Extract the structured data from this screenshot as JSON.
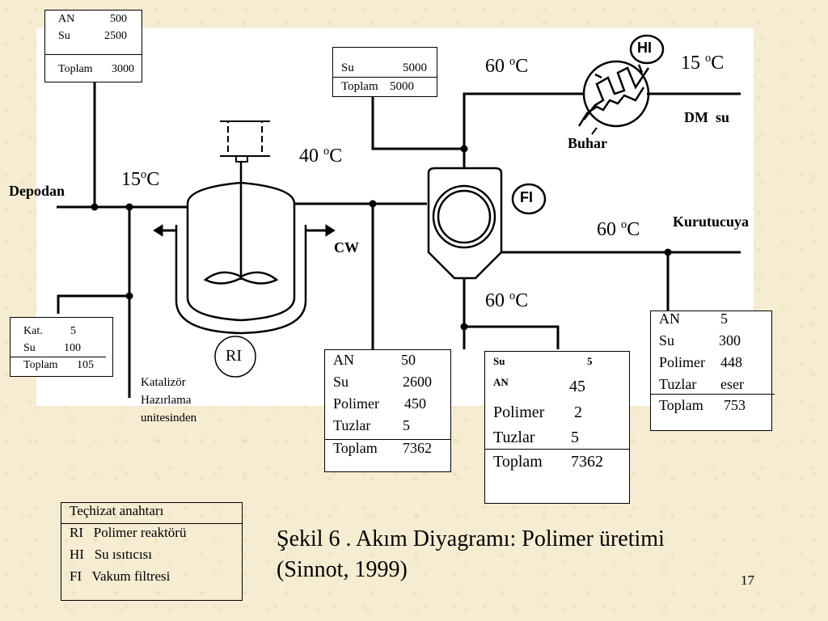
{
  "boxes": {
    "feed": {
      "r1_name": "AN",
      "r1_val": "500",
      "r2_name": "Su",
      "r2_val": "2500",
      "total_name": "Toplam",
      "total_val": "3000"
    },
    "water": {
      "r1_name": "Su",
      "r1_val": "5000",
      "total_name": "Toplam",
      "total_val": "5000"
    },
    "catalyst": {
      "r1_name": "Kat.",
      "r1_val": "5",
      "r2_name": "Su",
      "r2_val": "100",
      "total_name": "Toplam",
      "total_val": "105"
    },
    "reactor_out": {
      "r1_name": "AN",
      "r1_val": "50",
      "r2_name": "Su",
      "r2_val": "2600",
      "r3_name": "Polimer",
      "r3_val": "450",
      "r4_name": "Tuzlar",
      "r4_val": "5",
      "total_name": "Toplam",
      "total_val": "7362"
    },
    "filtrate": {
      "r1_name": "Su",
      "r1_val": "5",
      "r2_name": "AN",
      "r2_val": "45",
      "r3_name": "Polimer",
      "r3_val": "2",
      "r4_name": "Tuzlar",
      "r4_val": "5",
      "total_name": "Toplam",
      "total_val": "7362"
    },
    "dryer": {
      "r1_name": "AN",
      "r1_val": "5",
      "r2_name": "Su",
      "r2_val": "300",
      "r3_name": "Polimer",
      "r3_val": "448",
      "r4_name": "Tuzlar",
      "r4_val": "eser",
      "total_name": "Toplam",
      "total_val": "753"
    }
  },
  "labels": {
    "depodan": "Depodan",
    "temp_inlet": "15",
    "temp_reactor_out": "40",
    "temp_water_in": "60",
    "temp_dm": "15",
    "temp_dryer": "60",
    "temp_filtrate": "60",
    "deg_unit": "o",
    "celsius": "C",
    "dm_su": "DM  su",
    "buhar": "Buhar",
    "kurutucuya": "Kurutucuya",
    "cw": "CW",
    "ri": "RI",
    "hi": "HI",
    "fi": "FI",
    "catalyst_source": [
      "Katalizör",
      "Hazırlama",
      "unitesinden"
    ]
  },
  "legend": {
    "title": "Teçhizat anahtarı",
    "items": [
      "RI   Polimer reaktörü",
      "HI   Su ısıtıcısı",
      "FI   Vakum filtresi"
    ]
  },
  "caption": {
    "line1": "Şekil 6 . Akım Diyagramı: Polimer üretimi",
    "line2": "(Sinnot, 1999)"
  },
  "page_number": "17"
}
